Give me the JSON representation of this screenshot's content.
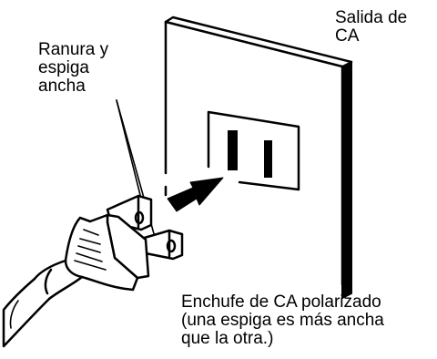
{
  "labels": {
    "outlet": "Salida de\nCA",
    "slot_blade": "Ranura y\nespiga\nancha",
    "polarized_plug": "Enchufe de CA polarizado\n(una espiga es más ancha\nque la otra.)"
  },
  "colors": {
    "ink": "#000000",
    "paper": "#ffffff"
  },
  "icons": {
    "insert_arrow": "arrow-right-up-icon"
  }
}
